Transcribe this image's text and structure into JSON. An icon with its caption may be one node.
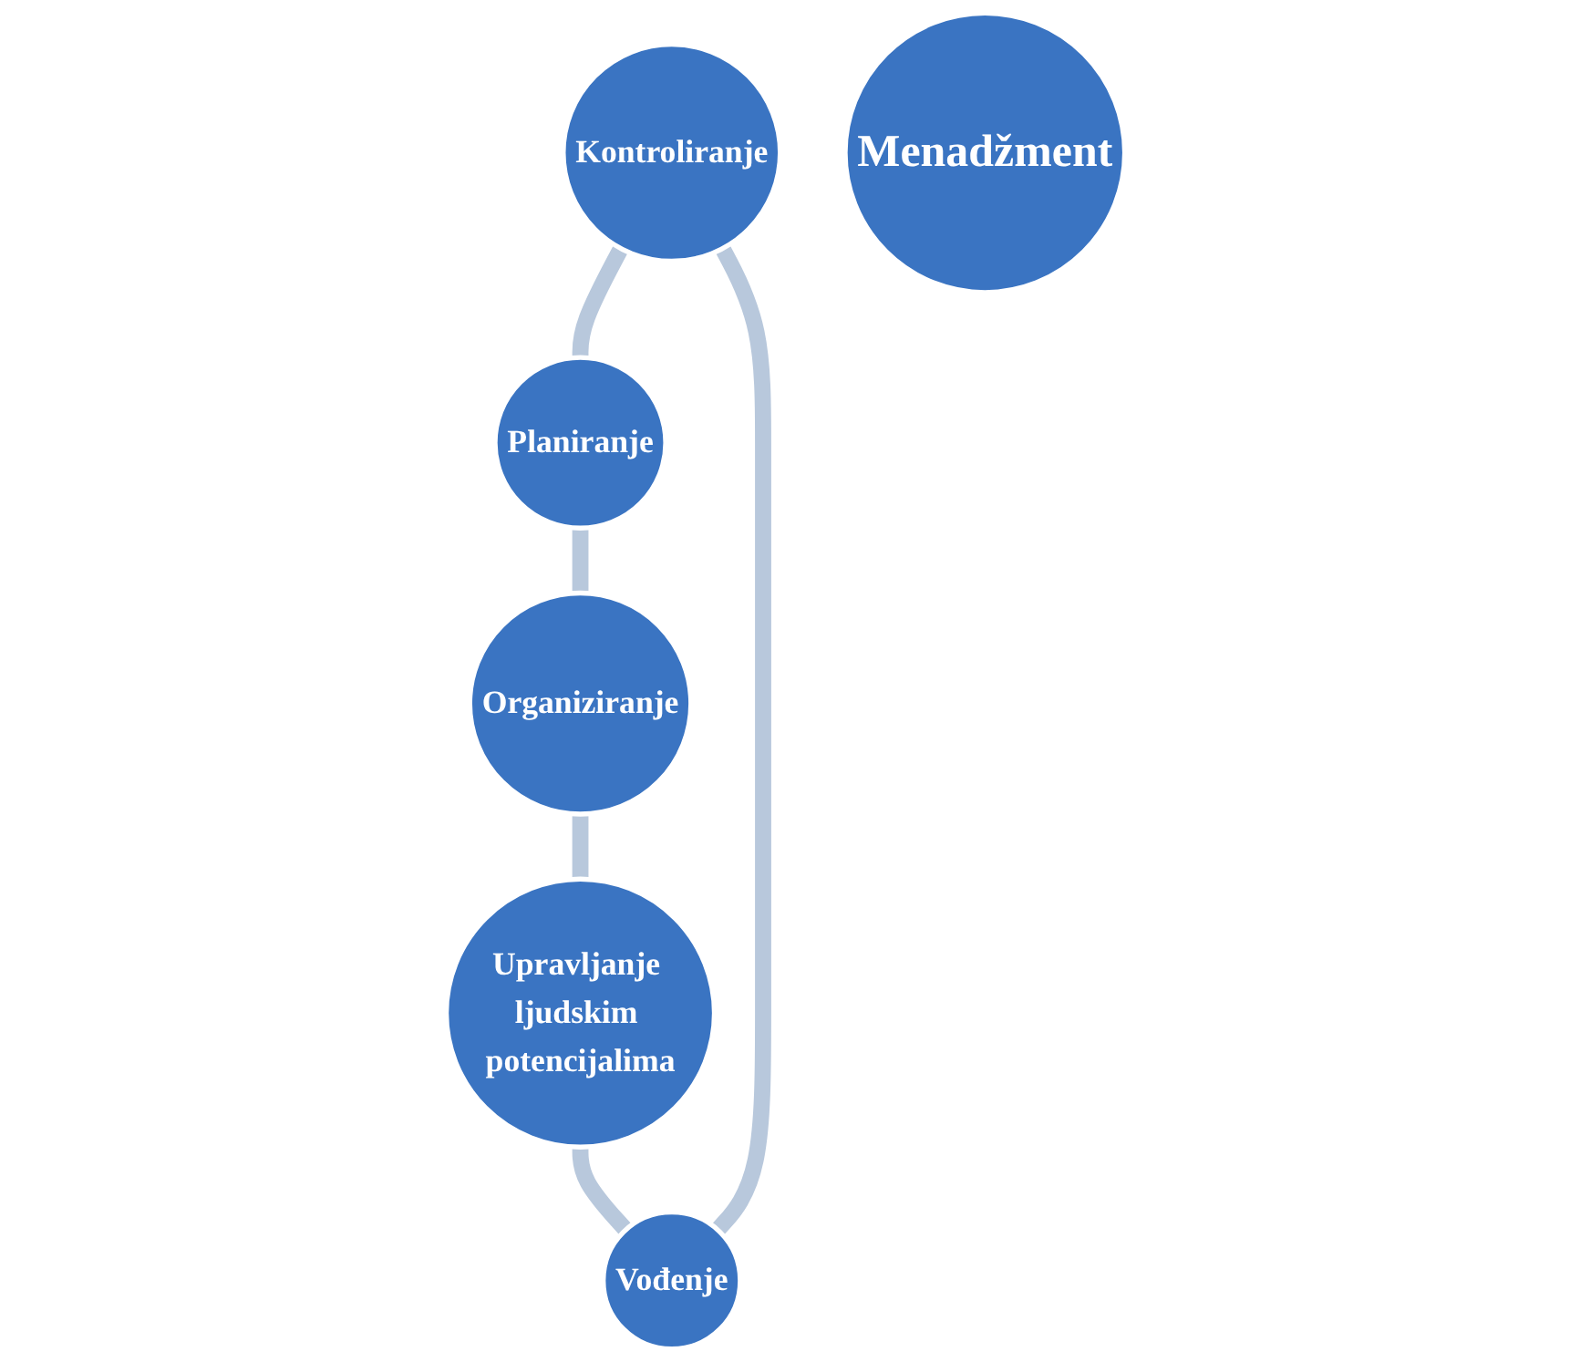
{
  "diagram": {
    "nodes": [
      {
        "text": [
          "Kontroliranje"
        ]
      },
      {
        "text": [
          "Vođenje"
        ]
      },
      {
        "text": [
          "Planiranje"
        ]
      },
      {
        "text": [
          "Menadžment"
        ]
      },
      {
        "text": [
          "Upravljanje ljudskim potencijalima"
        ]
      },
      {
        "text": [
          "Organiziranje"
        ]
      }
    ],
    "edges": [
      {
        "from": 0,
        "to": 2,
        "arrow": "none"
      },
      {
        "from": 2,
        "to": 5,
        "arrow": "none"
      },
      {
        "from": 5,
        "to": 4,
        "arrow": "none"
      },
      {
        "from": 4,
        "to": 1,
        "arrow": "none"
      },
      {
        "from": 1,
        "to": 0,
        "arrow": "none"
      }
    ]
  }
}
